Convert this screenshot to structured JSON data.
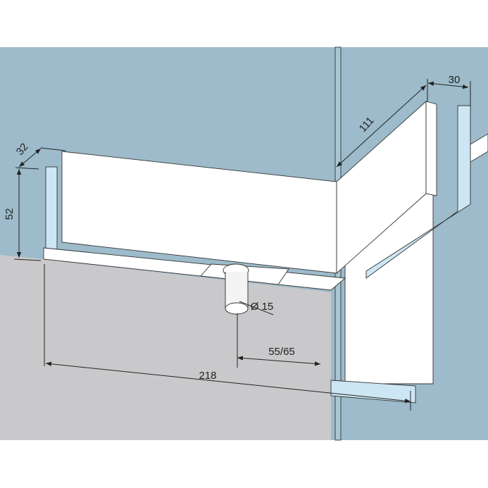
{
  "title": "Glass corner patch fitting dimension drawing",
  "dimensions": {
    "depth_left": "32",
    "height": "52",
    "length_right": "111",
    "width_right": "30",
    "pivot_diameter": "Ø 15",
    "pivot_offset": "55/65",
    "length_front": "218"
  },
  "colors": {
    "background": "#9dbbca",
    "wall": "#c9c9cb",
    "glass": "#cde6f4",
    "fitting": "#ffffff"
  }
}
